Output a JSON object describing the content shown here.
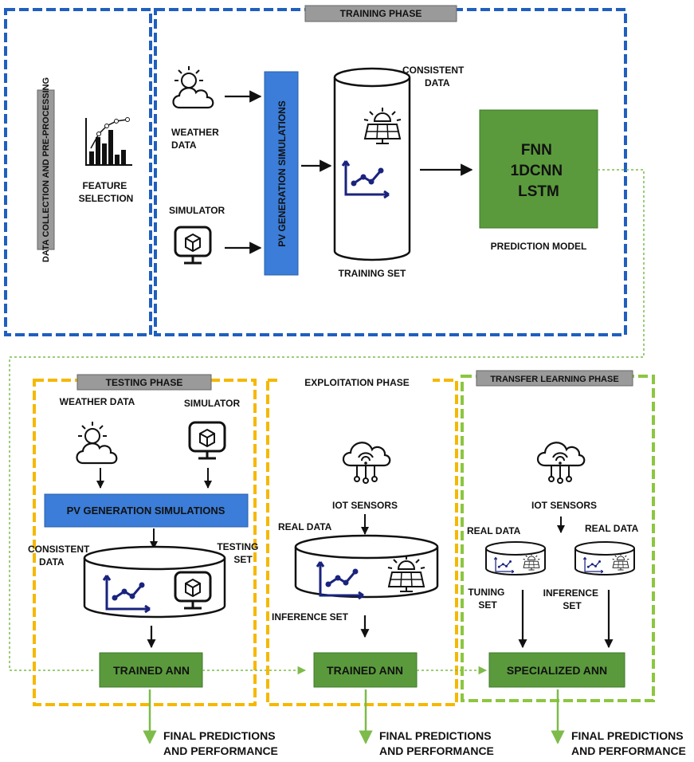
{
  "phases": {
    "data_collection": "DATA COLLECTION AND PRE-PROCESSING",
    "training": "TRAINING PHASE",
    "testing": "TESTING PHASE",
    "exploitation": "EXPLOITATION PHASE",
    "transfer": "TRANSFER LEARNING PHASE"
  },
  "training": {
    "feature_selection": [
      "FEATURE",
      "SELECTION"
    ],
    "weather_data": [
      "WEATHER",
      "DATA"
    ],
    "simulator": "SIMULATOR",
    "pv_sim": "PV GENERATION SIMULATIONS",
    "consistent_data": [
      "CONSISTENT",
      "DATA"
    ],
    "training_set": "TRAINING SET",
    "models": [
      "FNN",
      "1DCNN",
      "LSTM"
    ],
    "prediction_model": "PREDICTION MODEL"
  },
  "testing": {
    "weather_data": "WEATHER DATA",
    "simulator": "SIMULATOR",
    "pv_sim": "PV GENERATION SIMULATIONS",
    "consistent_data": [
      "CONSISTENT",
      "DATA"
    ],
    "testing_set": [
      "TESTING",
      "SET"
    ],
    "trained_ann": "TRAINED ANN"
  },
  "exploitation": {
    "iot_sensors": "IOT SENSORS",
    "real_data": "REAL DATA",
    "inference_set": "INFERENCE SET",
    "trained_ann": "TRAINED ANN"
  },
  "transfer": {
    "iot_sensors": "IOT SENSORS",
    "real_data_left": "REAL DATA",
    "real_data_right": "REAL DATA",
    "tuning_set": [
      "TUNING",
      "SET"
    ],
    "inference_set": [
      "INFERENCE",
      "SET"
    ],
    "specialized_ann": "SPECIALIZED ANN"
  },
  "final": [
    "FINAL PREDICTIONS",
    "AND PERFORMANCE"
  ],
  "colors": {
    "blue_dash": "#1f5fbf",
    "yellow_dash": "#f5b800",
    "green_dash": "#8cc63f",
    "model_green": "#5a9a3c",
    "pv_blue": "#3b7dd8",
    "header_gray": "#9a9a9a",
    "link_green": "#7dbb4a"
  }
}
